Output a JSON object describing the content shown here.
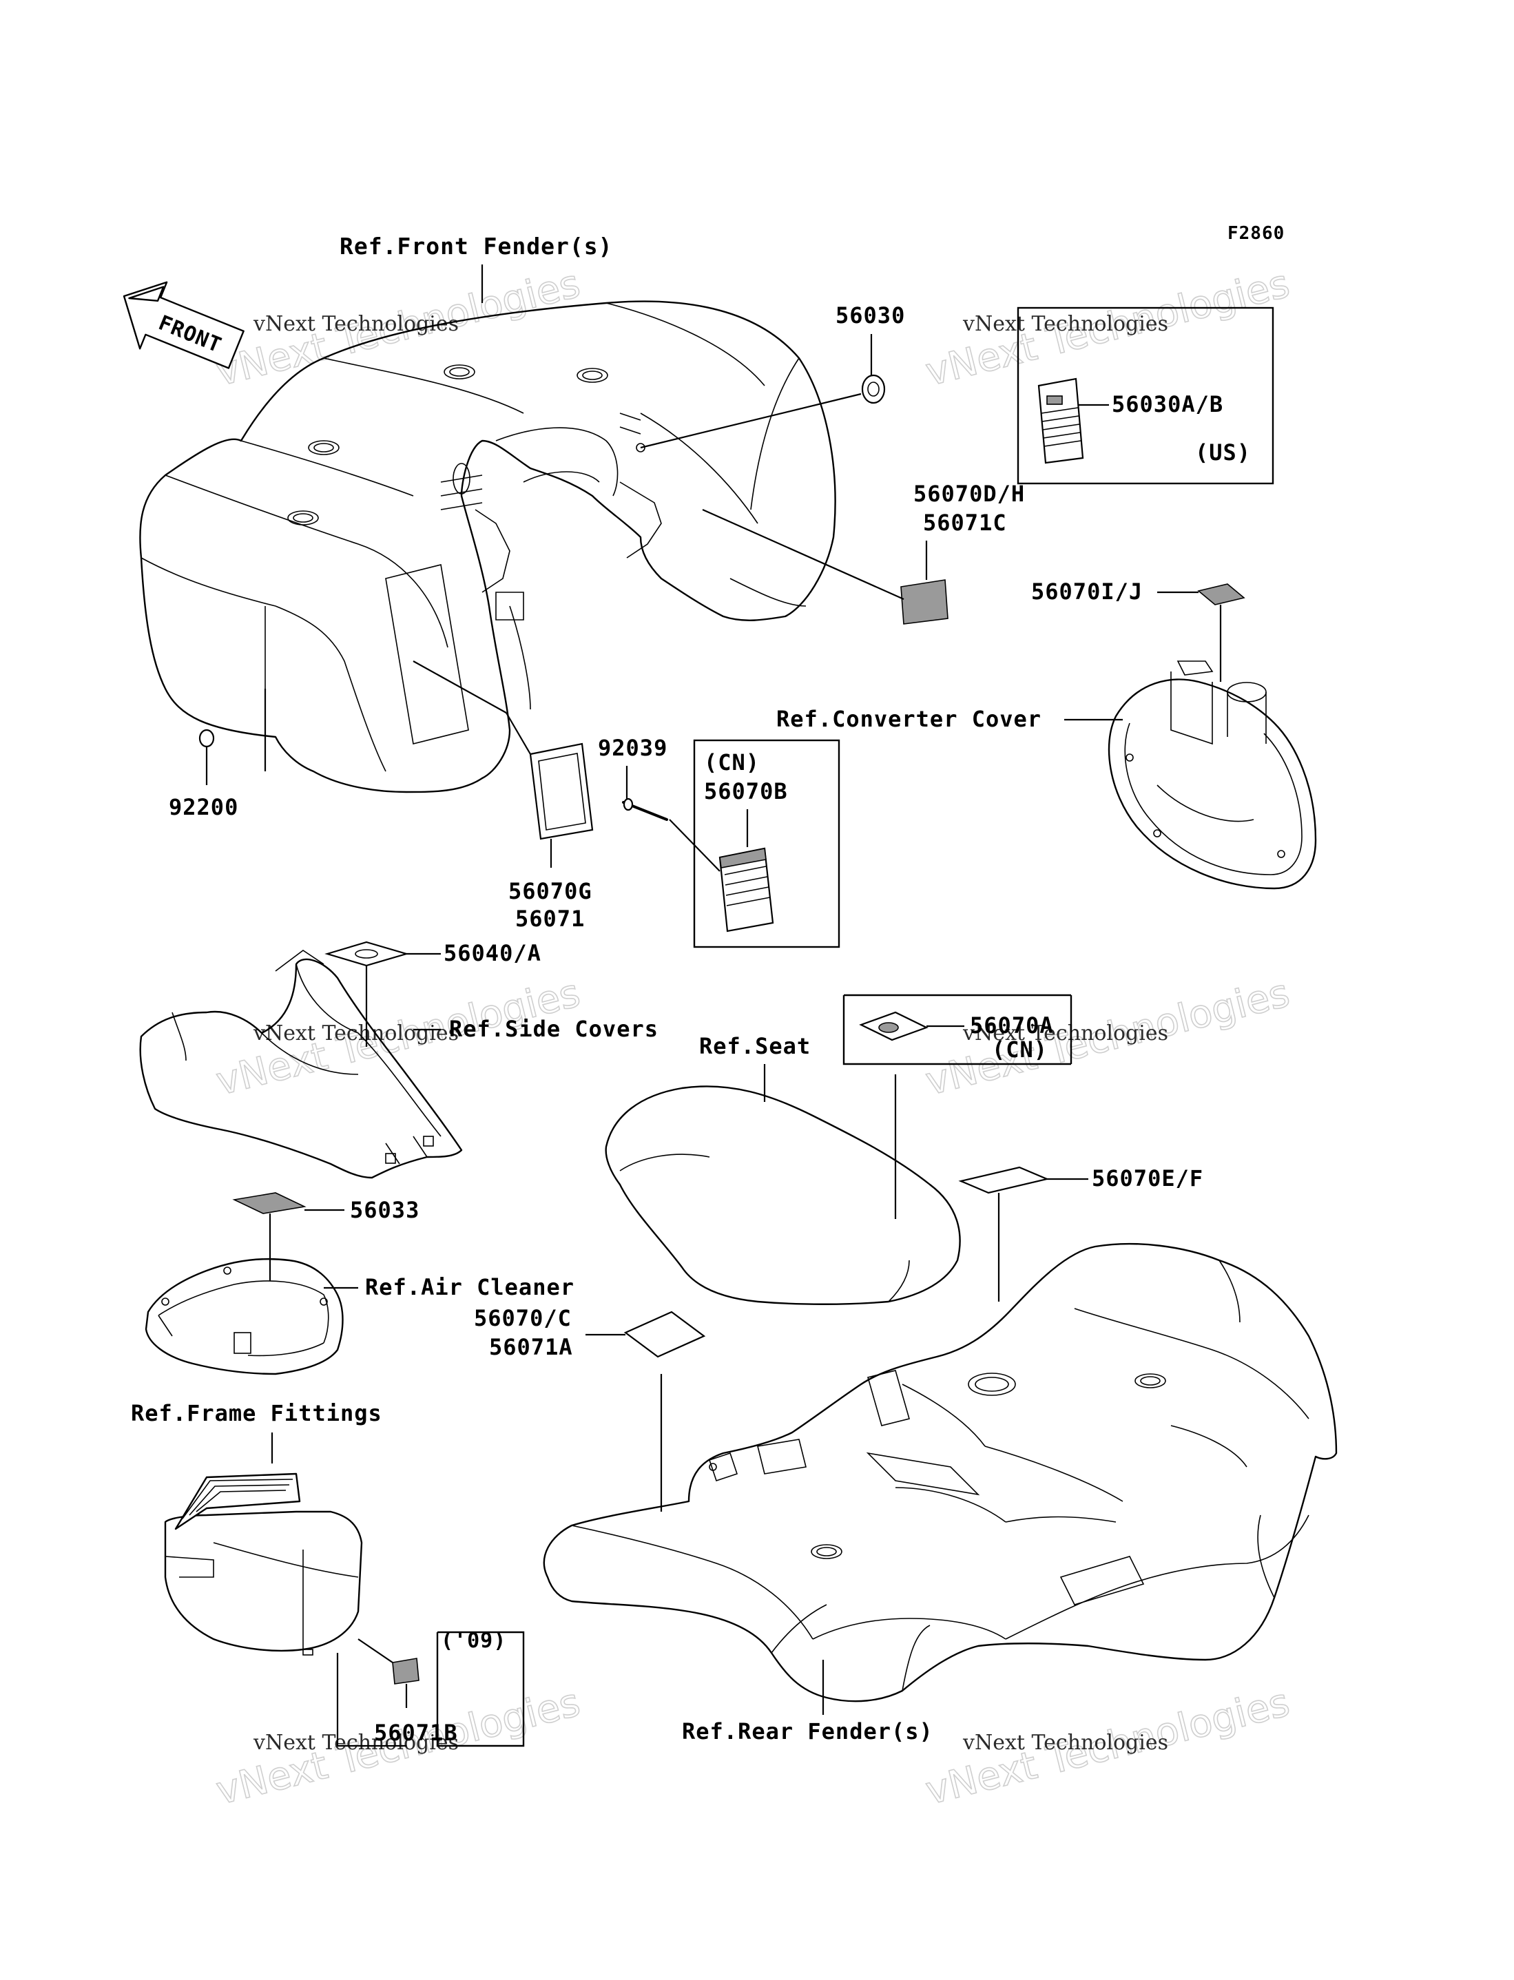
{
  "figure_code": "F2860",
  "direction_arrow": {
    "label": "FRONT",
    "icon": "front-arrow-icon"
  },
  "watermark": {
    "big": "vNext Technologies",
    "small": "vNext Technologies"
  },
  "ref_labels": {
    "front_fenders": "Ref.Front Fender(s)",
    "converter_cover": "Ref.Converter Cover",
    "side_covers": "Ref.Side Covers",
    "seat": "Ref.Seat",
    "air_cleaner": "Ref.Air Cleaner",
    "frame_fittings": "Ref.Frame Fittings",
    "rear_fenders": "Ref.Rear Fender(s)"
  },
  "part_numbers": {
    "p56030": "56030",
    "p56030ab": "56030A/B",
    "p56070dh": "56070D/H",
    "p56071c": "56071C",
    "p56070ij": "56070I/J",
    "p92039": "92039",
    "p56070b": "56070B",
    "p92200": "92200",
    "p56070g": "56070G",
    "p56071": "56071",
    "p56040a": "56040/A",
    "p56070a": "56070A",
    "p56033": "56033",
    "p56070ef": "56070E/F",
    "p56070c": "56070/C",
    "p56071a": "56071A",
    "p56071b": "56071B"
  },
  "region_tags": {
    "us": "(US)",
    "cn_top": "(CN)",
    "cn_seat": "(CN)",
    "y09": "('09)"
  }
}
